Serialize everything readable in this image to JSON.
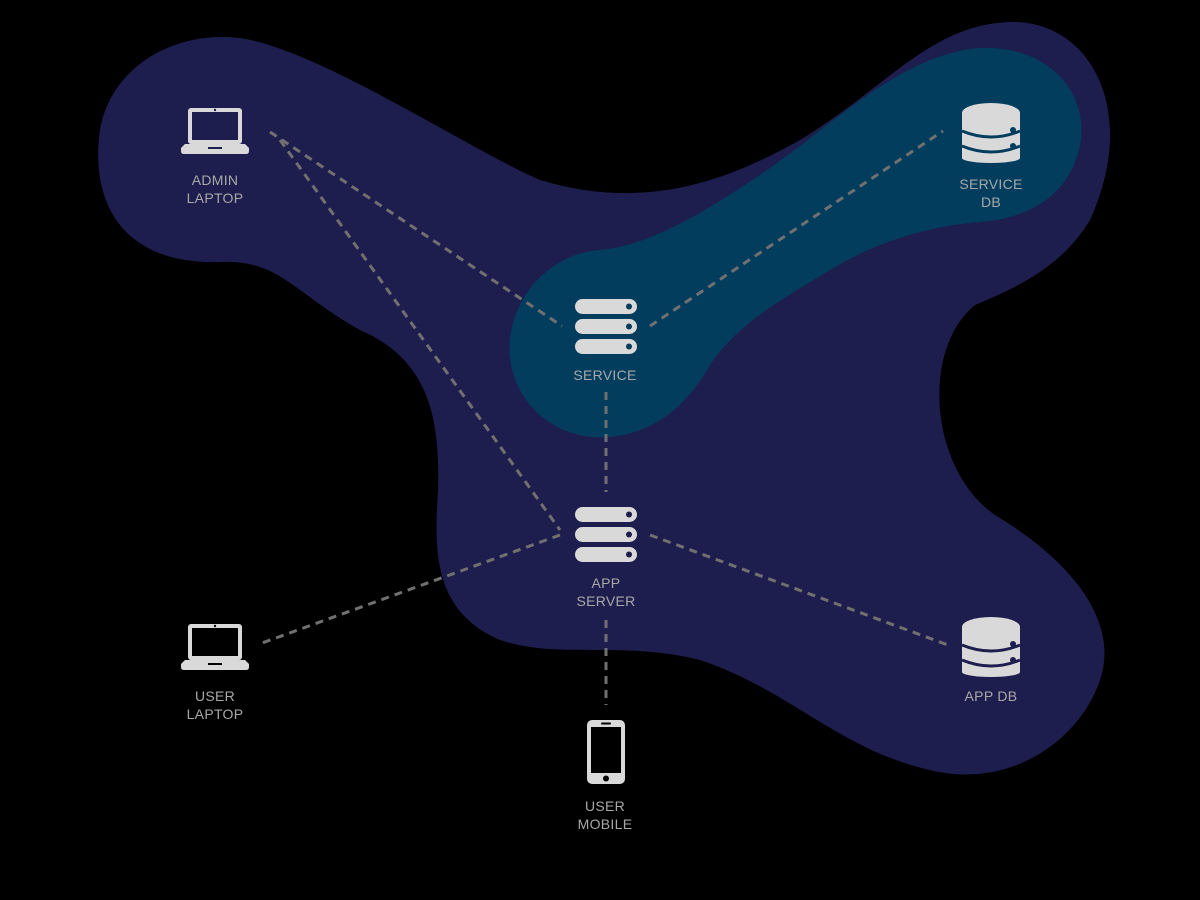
{
  "diagram": {
    "title": "",
    "colors": {
      "background": "#000000",
      "outer_zone": "#1e1e4e",
      "inner_zone": "#023d5e",
      "device": "#d9d9d9",
      "device_dark": "#1e1e4e",
      "label": "#a8a8a8",
      "link": "#707070"
    },
    "nodes": [
      {
        "id": "admin-laptop",
        "icon": "laptop-icon",
        "label_lines": [
          "ADMIN",
          "LAPTOP"
        ]
      },
      {
        "id": "service-db",
        "icon": "database-icon",
        "label_lines": [
          "SERVICE",
          "DB"
        ]
      },
      {
        "id": "service",
        "icon": "server-icon",
        "label_lines": [
          "SERVICE"
        ]
      },
      {
        "id": "app-server",
        "icon": "server-icon",
        "label_lines": [
          "APP",
          "SERVER"
        ]
      },
      {
        "id": "user-laptop",
        "icon": "laptop-icon",
        "label_lines": [
          "USER",
          "LAPTOP"
        ]
      },
      {
        "id": "app-db",
        "icon": "database-icon",
        "label_lines": [
          "APP DB"
        ]
      },
      {
        "id": "user-mobile",
        "icon": "mobile-icon",
        "label_lines": [
          "USER",
          "MOBILE"
        ]
      }
    ],
    "links": [
      {
        "from": "admin-laptop",
        "to": "service"
      },
      {
        "from": "admin-laptop",
        "to": "app-server"
      },
      {
        "from": "service",
        "to": "service-db"
      },
      {
        "from": "service",
        "to": "app-server"
      },
      {
        "from": "app-server",
        "to": "user-laptop"
      },
      {
        "from": "app-server",
        "to": "app-db"
      },
      {
        "from": "app-server",
        "to": "user-mobile"
      }
    ]
  }
}
